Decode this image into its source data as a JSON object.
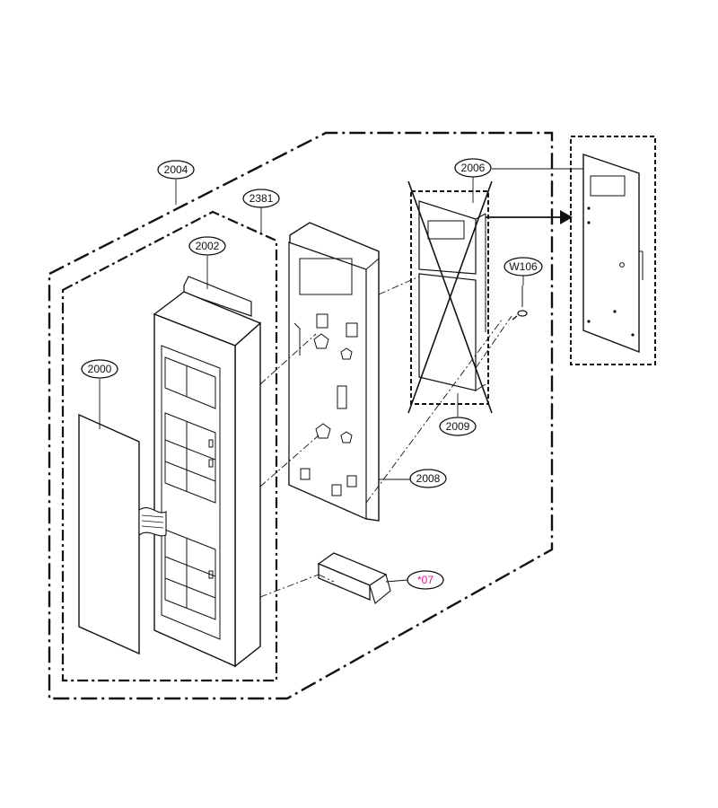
{
  "colors": {
    "line": "#111111",
    "highlight_label": "#e0148c",
    "background": "#ffffff"
  },
  "labels": {
    "l2004": "2004",
    "l2381": "2381",
    "l2002": "2002",
    "l2000": "2000",
    "l2006": "2006",
    "lW106": "W106",
    "l2009": "2009",
    "l2008": "2008",
    "l07": "*07"
  }
}
